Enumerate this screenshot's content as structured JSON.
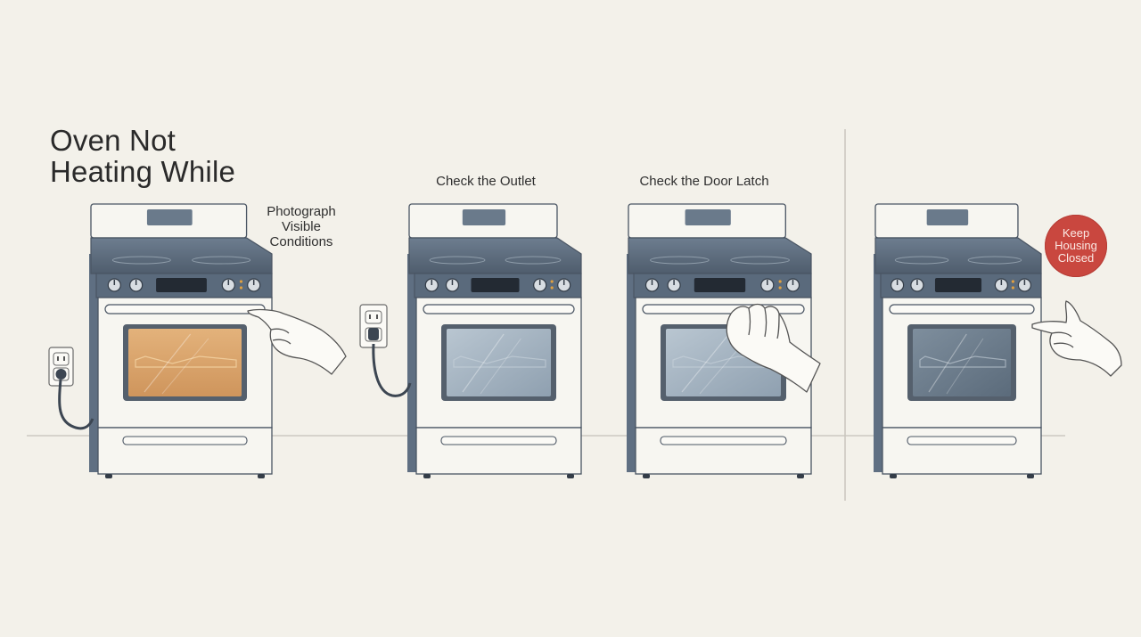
{
  "title": {
    "line1": "Oven Not",
    "line2": "Heating While"
  },
  "steps": [
    {
      "label_lines": [
        "Photograph",
        "Visible",
        "Conditions"
      ]
    },
    {
      "label": "Check the Outlet"
    },
    {
      "label": "Check the Door Latch"
    },
    {
      "badge_lines": [
        "Keep",
        "Housing",
        "Closed"
      ]
    }
  ],
  "colors": {
    "background": "#f3f1ea",
    "oven_body": "#f7f6f1",
    "cooktop": "#5f6f82",
    "outline": "#4a5563",
    "heated_window": "#d9a36a",
    "glass_window": "#a9b7c4",
    "dark_window": "#6c7c8c",
    "badge": "#c9473f"
  }
}
